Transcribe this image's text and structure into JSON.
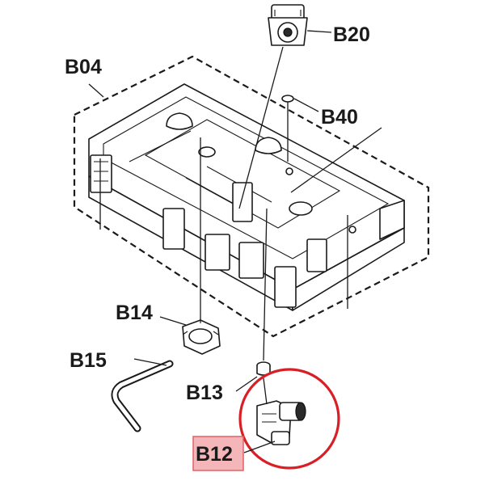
{
  "callouts": {
    "b20": "B20",
    "b04": "B04",
    "b40": "B40",
    "b14": "B14",
    "b15": "B15",
    "b13": "B13",
    "b12": "B12"
  },
  "colors": {
    "highlight_ring": "#d81f26",
    "highlight_box_fill": "#f4b6b8",
    "highlight_box_stroke": "#e06066",
    "line": "#1a1a1a"
  }
}
